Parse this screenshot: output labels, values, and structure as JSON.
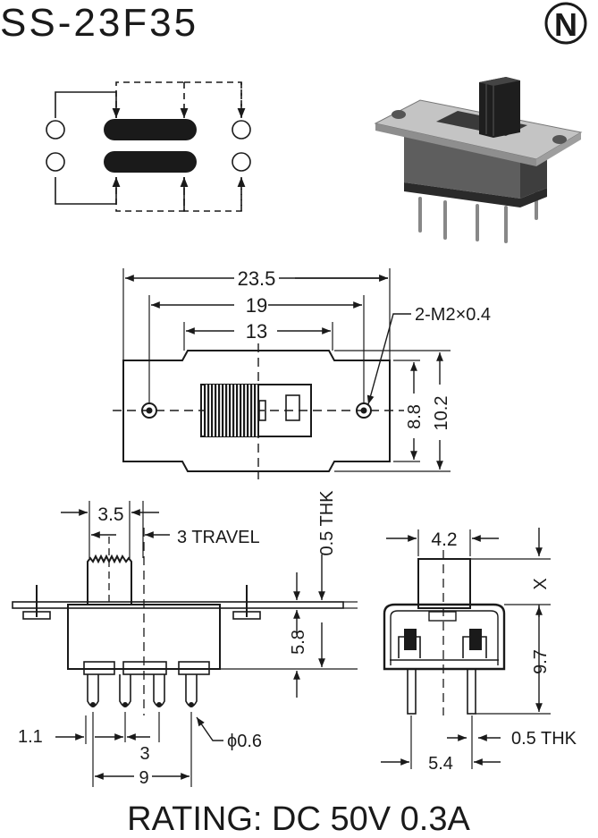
{
  "title": "SS-23F35",
  "logo_letter": "N",
  "rating": "RATING: DC 50V 0.3A",
  "top_view": {
    "overall_width": "23.5",
    "hole_spacing": "19",
    "body_width": "13",
    "mount_hole": "2-M2×0.4",
    "body_height": "8.8",
    "overall_height": "10.2"
  },
  "side_view": {
    "actuator_width": "3.5",
    "travel": "3 TRAVEL",
    "plate_thickness": "0.5 THK",
    "body_height": "5.8",
    "pin_offset": "1.1",
    "pin_pitch": "3",
    "pin_span": "9",
    "pin_diameter": "ϕ0.6"
  },
  "end_view": {
    "actuator_width": "4.2",
    "actuator_height": "X",
    "body_height": "9.7",
    "pin_thickness": "0.5 THK",
    "pin_row_spacing": "5.4"
  },
  "colors": {
    "ink": "#1a1a1a",
    "body": "#6e6e6e",
    "plate": "#b9b9b9"
  }
}
